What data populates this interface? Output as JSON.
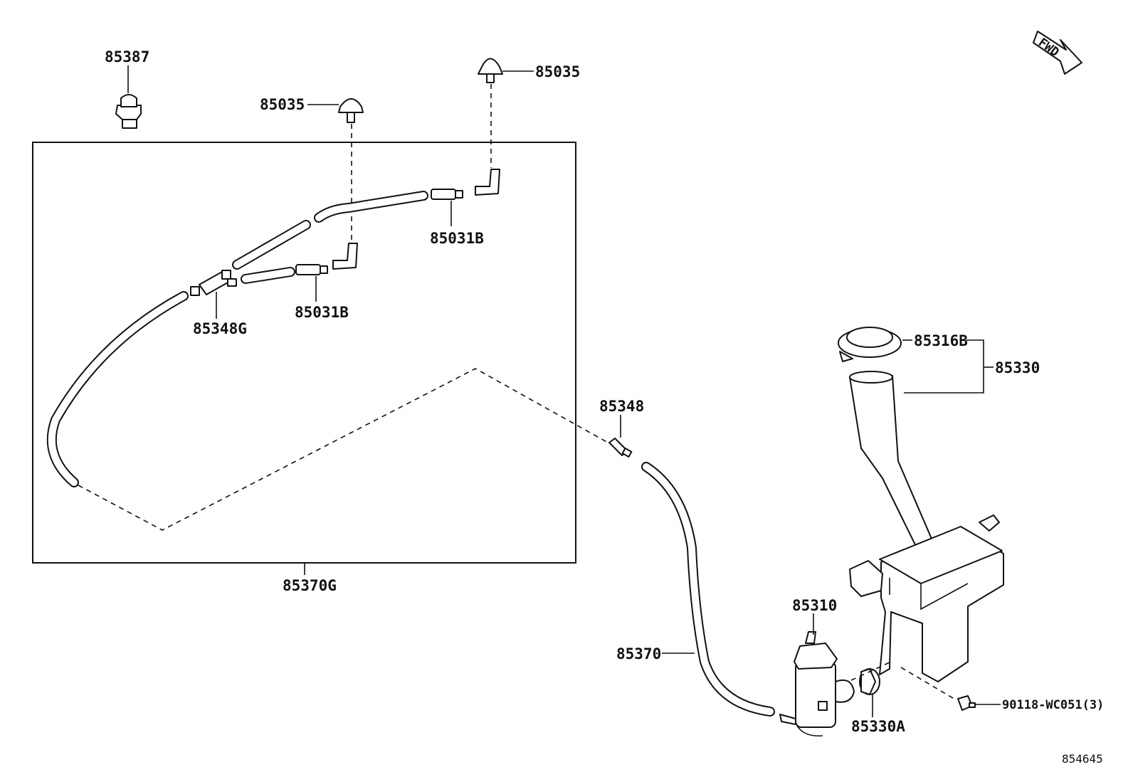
{
  "labels": {
    "p85387": "85387",
    "p85035_a": "85035",
    "p85035_b": "85035",
    "p85031B_a": "85031B",
    "p85031B_b": "85031B",
    "p85348G": "85348G",
    "p85370G": "85370G",
    "p85348": "85348",
    "p85316B": "85316B",
    "p85330": "85330",
    "p85310": "85310",
    "p85370": "85370",
    "p85330A": "85330A",
    "p90118": "90118-WC051(3)"
  },
  "direction_marker": "FWD",
  "diagram_number": "854645",
  "colors": {
    "ink": "#111111",
    "paper": "#ffffff"
  }
}
